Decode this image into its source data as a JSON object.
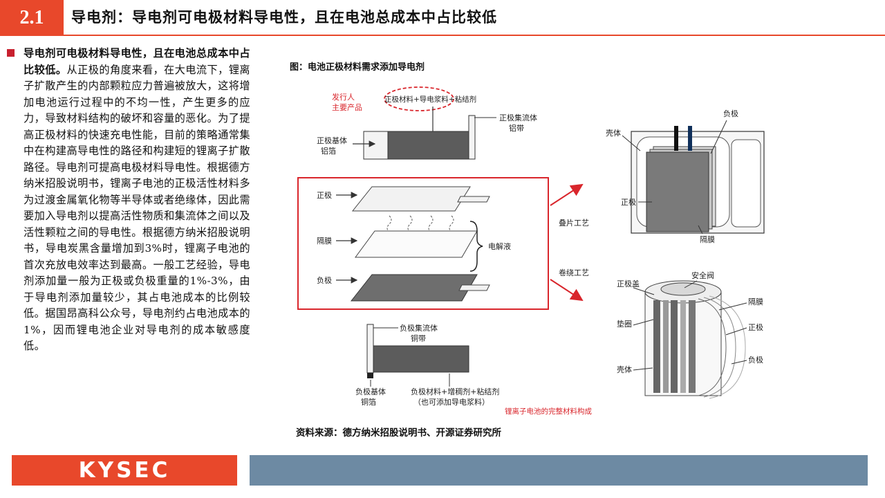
{
  "header": {
    "section_number": "2.1",
    "title": "导电剂：导电剂可电极材料导电性，且在电池总成本中占比较低"
  },
  "body": {
    "lead_bold": "导电剂可电极材料导电性，且在电池总成本中占比较低。",
    "text": "从正极的角度来看，在大电流下，锂离子扩散产生的内部颗粒应力普遍被放大，这将增加电池运行过程中的不均一性，产生更多的应力，导致材料结构的破坏和容量的恶化。为了提高正极材料的快速充电性能，目前的策略通常集中在构建高导电性的路径和构建短的锂离子扩散路径。导电剂可提高电极材料导电性。根据德方纳米招股说明书，锂离子电池的正极活性材料多为过渡金属氧化物等半导体或者绝缘体，因此需要加入导电剂以提高活性物质和集流体之间以及活性颗粒之间的导电性。根据德方纳米招股说明书，导电炭黑含量增加到3%时，锂离子电池的首次充放电效率达到最高。一般工艺经验，导电剂添加量一般为正极或负极重量的1%-3%，由于导电剂添加量较少，其占电池成本的比例较低。据国昂高科公众号，导电剂约占电池成本的1%，因而锂电池企业对导电剂的成本敏感度低。"
  },
  "figure": {
    "caption": "图：电池正极材料需求添加导电剂",
    "labels": {
      "issuer_1": "发行人",
      "issuer_2": "主要产品",
      "formula_top": "正极材料+导电浆料+粘结剂",
      "pos_collector_1": "正极集流体",
      "pos_collector_2": "铝带",
      "pos_base_1": "正极基体",
      "pos_base_2": "铝箔",
      "positive": "正极",
      "separator": "隔膜",
      "negative": "负极",
      "electrolyte": "电解液",
      "stacking": "叠片工艺",
      "winding": "卷绕工艺",
      "neg_collector_1": "负极集流体",
      "neg_collector_2": "铜带",
      "neg_base_1": "负极基体",
      "neg_base_2": "铜箔",
      "formula_bottom_1": "负极材料+增稠剂+粘结剂",
      "formula_bottom_2": "（也可添加导电浆料）",
      "shell": "壳体",
      "pos_cap": "正极盖",
      "safety_valve": "安全阀",
      "gasket": "垫圈",
      "bottom_caption": "锂离子电池的完整材料构成"
    }
  },
  "source": "资料来源：德方纳米招股说明书、开源证券研究所",
  "footer": {
    "logo_text": "KYSEC"
  },
  "colors": {
    "accent": "#e8482b",
    "bullet": "#c8202e",
    "footer_bar": "#6d8aa3",
    "diagram_red": "#d9262c"
  }
}
